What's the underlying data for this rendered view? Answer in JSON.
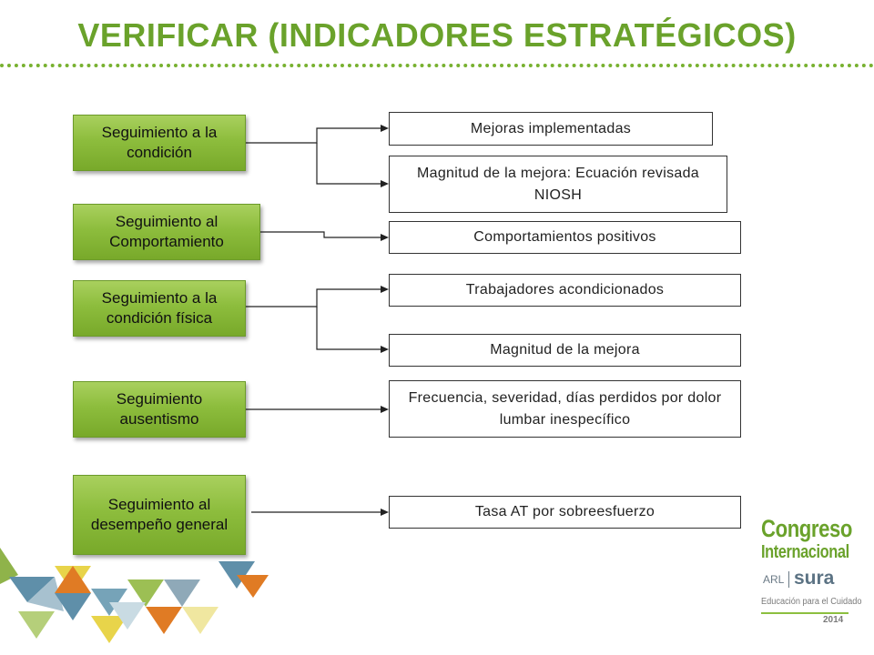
{
  "title": "VERIFICAR (INDICADORES ESTRATÉGICOS)",
  "colors": {
    "title": "#6aa22b",
    "green_box": "#8dbd3d",
    "white_box_border": "#333333"
  },
  "followups": [
    {
      "label": "Seguimiento a la condición"
    },
    {
      "label": "Seguimiento al Comportamiento"
    },
    {
      "label": "Seguimiento a la condición física"
    },
    {
      "label": "Seguimiento ausentismo"
    },
    {
      "label": "Seguimiento al desempeño general"
    }
  ],
  "indicators": [
    {
      "label": "Mejoras implementadas"
    },
    {
      "label": "Magnitud de la mejora: Ecuación revisada NIOSH"
    },
    {
      "label": "Comportamientos positivos"
    },
    {
      "label": "Trabajadores acondicionados"
    },
    {
      "label": "Magnitud de la mejora"
    },
    {
      "label": "Frecuencia, severidad, días perdidos por dolor lumbar inespecífico"
    },
    {
      "label": "Tasa AT por sobreesfuerzo"
    }
  ],
  "logo": {
    "line1": "Congreso",
    "line2": "Internacional",
    "arl": "ARL",
    "sura": "sura",
    "tagline": "Educación para el Cuidado",
    "year": "2014"
  }
}
